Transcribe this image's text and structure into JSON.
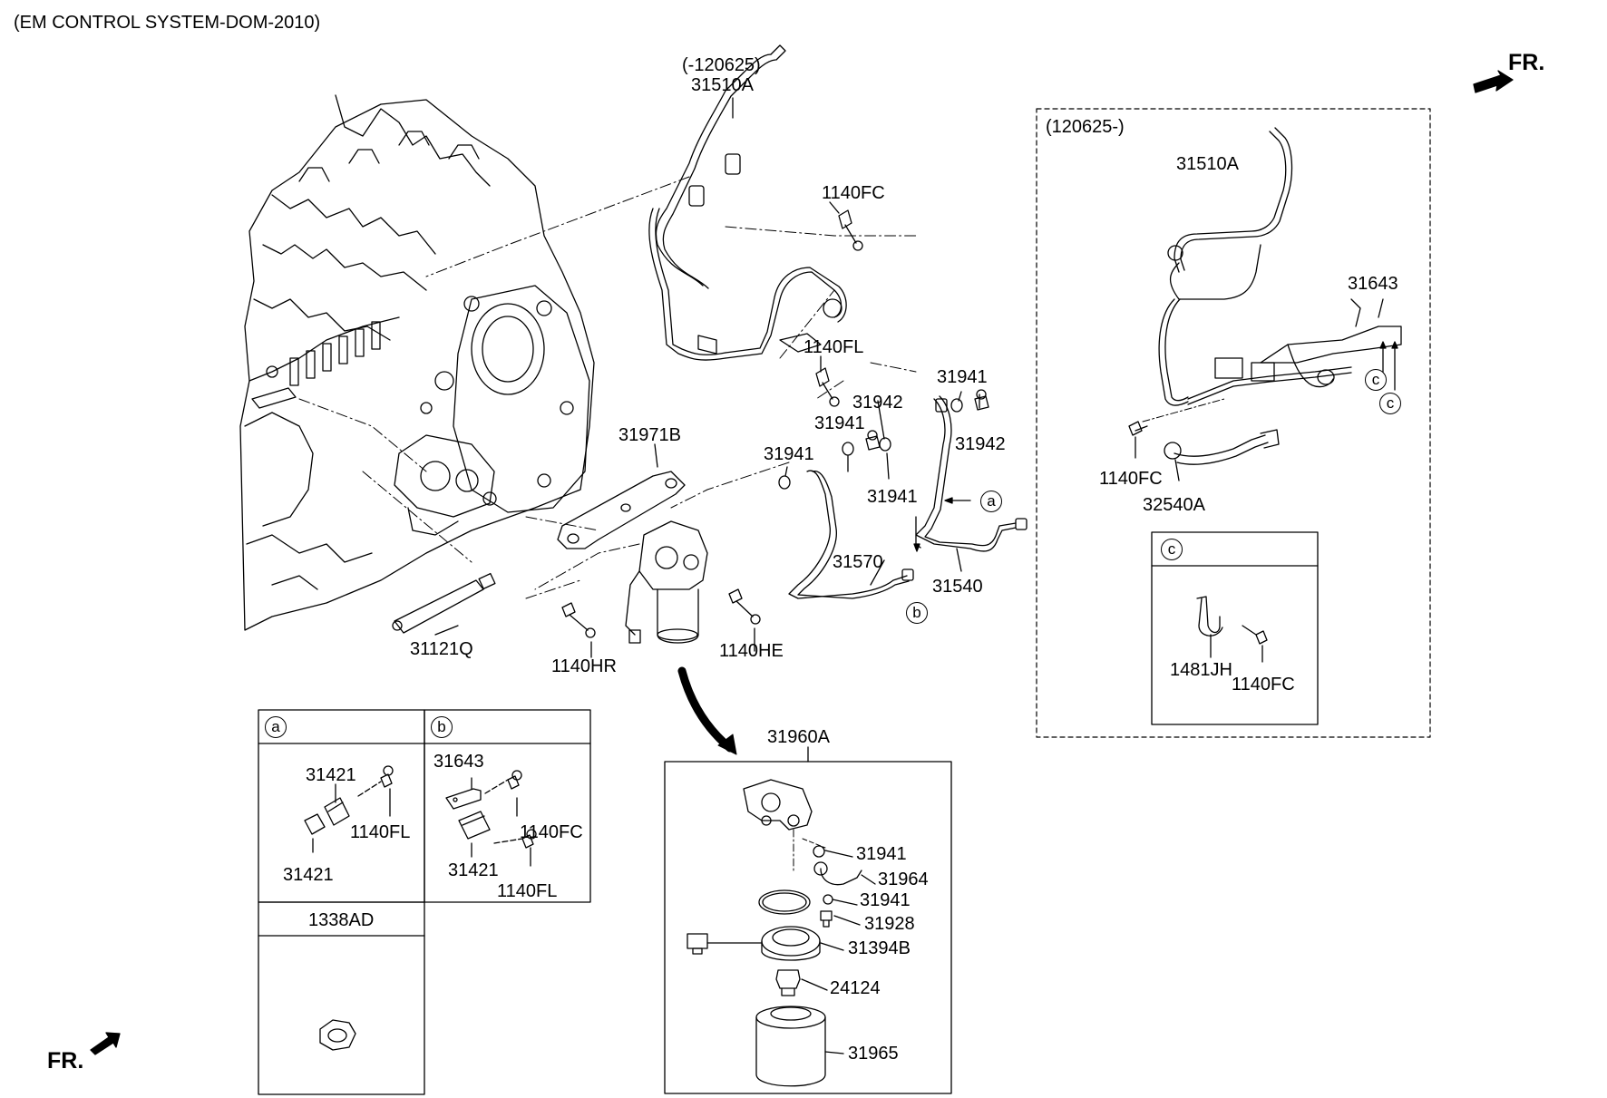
{
  "header": {
    "title": "(EM CONTROL SYSTEM-DOM-2010)"
  },
  "orientation": {
    "front_label_top": "FR.",
    "front_label_bottom": "FR."
  },
  "main": {
    "date_range_early": "(-120625)",
    "labels": {
      "p31510A": "31510A",
      "p1140FC": "1140FC",
      "p1140FL": "1140FL",
      "p31941_a": "31941",
      "p31942_a": "31942",
      "p31941_b": "31941",
      "p31942_b": "31942",
      "p31941_c": "31941",
      "p31941_d": "31941",
      "p31971B": "31971B",
      "p31570": "31570",
      "p31540": "31540",
      "p31121Q": "31121Q",
      "p1140HR": "1140HR",
      "p1140HE": "1140HE"
    },
    "callouts": {
      "a": "a",
      "b": "b"
    }
  },
  "late_version_box": {
    "date_range": "(120625-)",
    "labels": {
      "p31510A": "31510A",
      "p31643": "31643",
      "p1140FC": "1140FC",
      "p32540A": "32540A"
    },
    "callouts": [
      "c",
      "c"
    ],
    "detail_c": {
      "tag": "c",
      "labels": {
        "p1481JH": "1481JH",
        "p1140FC": "1140FC"
      }
    }
  },
  "detail_a": {
    "tag": "a",
    "labels": {
      "p31421_top": "31421",
      "p1140FL": "1140FL",
      "p31421_bottom": "31421"
    }
  },
  "detail_b": {
    "tag": "b",
    "labels": {
      "p31643": "31643",
      "p1140FC": "1140FC",
      "p31421": "31421",
      "p1140FL": "1140FL"
    }
  },
  "detail_1338AD": {
    "title": "1338AD"
  },
  "filter_assembly": {
    "title": "31960A",
    "labels": {
      "p31941_a": "31941",
      "p31964": "31964",
      "p31941_b": "31941",
      "p31928": "31928",
      "p31394B": "31394B",
      "p24124": "24124",
      "p31965": "31965"
    }
  }
}
